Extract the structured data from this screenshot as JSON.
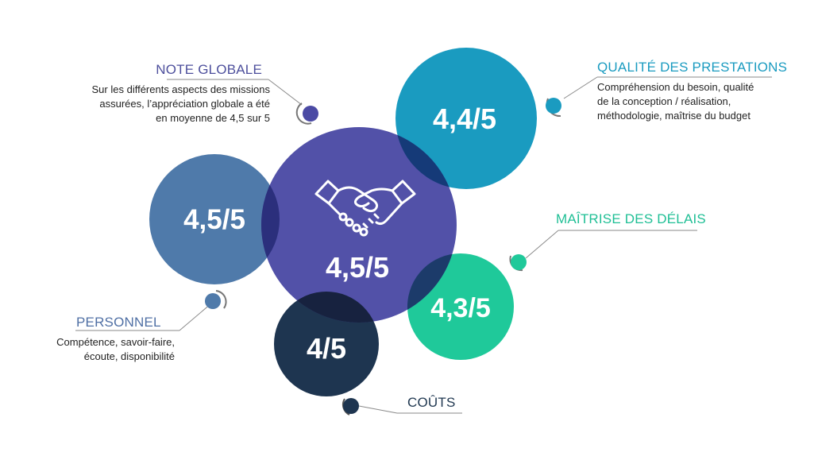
{
  "center": {
    "score": "4,5/5",
    "icon": "handshake-icon",
    "color": "#4b4aa4"
  },
  "categories": {
    "note_globale": {
      "title": "NOTE GLOBALE",
      "desc": [
        "Sur les différents aspects des missions",
        "assurées, l’appréciation globale a été",
        "en moyenne de 4,5 sur 5"
      ],
      "color": "#4d4f9c"
    },
    "qualite": {
      "title": "QUALITÉ DES PRESTATIONS",
      "score": "4,4/5",
      "desc": [
        "Compréhension du besoin, qualité",
        "de la conception / réalisation,",
        "méthodologie, maîtrise du budget"
      ],
      "color": "#1a9bc0"
    },
    "delais": {
      "title": "MAÎTRISE DES DÉLAIS",
      "score": "4,3/5",
      "color": "#1fc99a"
    },
    "personnel": {
      "title": "PERSONNEL",
      "score": "4,5/5",
      "desc": [
        "Compétence, savoir-faire,",
        "écoute, disponibilité"
      ],
      "color": "#4f7aaa"
    },
    "couts": {
      "title": "COÛTS",
      "score": "4/5",
      "color": "#1e3550"
    }
  }
}
